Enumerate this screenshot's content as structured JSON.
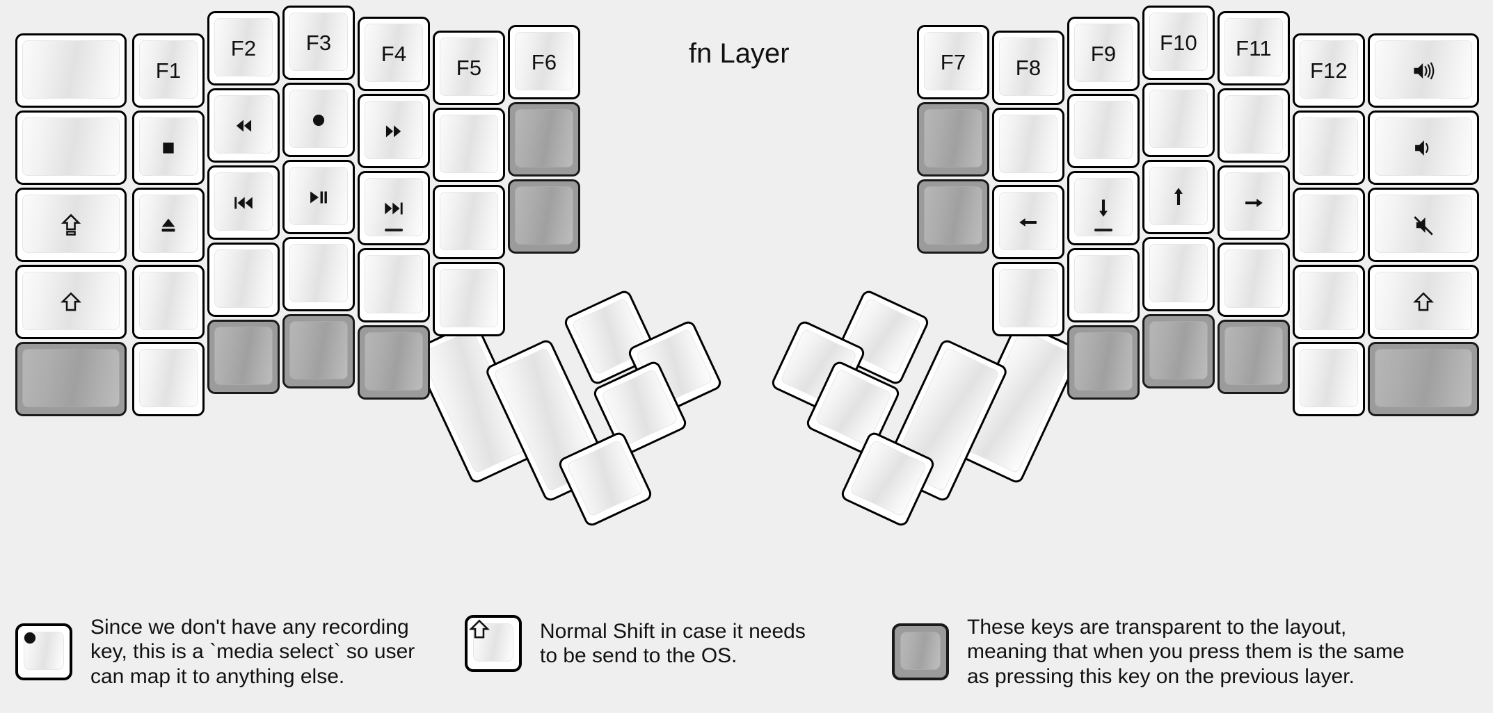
{
  "title": "fn Layer",
  "colors": {
    "background": "#efefef",
    "key_face": "#ffffff",
    "key_outline": "#000000",
    "transparent_key": "#9b9b9b",
    "legend_text": "#111111"
  },
  "left_half": {
    "columns": [
      {
        "name": "pinky-outer",
        "keys": [
          {
            "name": "key-blank-l-r1c1",
            "label": "",
            "icon": "",
            "transparent": false
          },
          {
            "name": "key-blank-l-r2c1",
            "label": "",
            "icon": "",
            "transparent": false
          },
          {
            "name": "key-capslock-l",
            "label": "",
            "icon": "caps-lock-icon",
            "transparent": false
          },
          {
            "name": "key-shift-l",
            "label": "",
            "icon": "shift-icon",
            "transparent": false
          },
          {
            "name": "key-trans-l-r5c1",
            "label": "",
            "icon": "",
            "transparent": true
          }
        ]
      },
      {
        "name": "pinky",
        "keys": [
          {
            "name": "key-f1",
            "label": "F1",
            "icon": "",
            "transparent": false
          },
          {
            "name": "key-media-stop",
            "label": "",
            "icon": "media-stop-icon",
            "transparent": false
          },
          {
            "name": "key-media-eject",
            "label": "",
            "icon": "media-eject-icon",
            "transparent": false
          },
          {
            "name": "key-blank-l-r4c2",
            "label": "",
            "icon": "",
            "transparent": false
          },
          {
            "name": "key-blank-l-r5c2",
            "label": "",
            "icon": "",
            "transparent": false
          }
        ]
      },
      {
        "name": "ring",
        "keys": [
          {
            "name": "key-f2",
            "label": "F2",
            "icon": "",
            "transparent": false
          },
          {
            "name": "key-media-rewind",
            "label": "",
            "icon": "media-rewind-icon",
            "transparent": false
          },
          {
            "name": "key-media-previous",
            "label": "",
            "icon": "media-previous-icon",
            "transparent": false
          },
          {
            "name": "key-blank-l-r4c3",
            "label": "",
            "icon": "",
            "transparent": false
          },
          {
            "name": "key-trans-l-r5c3",
            "label": "",
            "icon": "",
            "transparent": true
          }
        ]
      },
      {
        "name": "middle",
        "keys": [
          {
            "name": "key-f3",
            "label": "F3",
            "icon": "",
            "transparent": false
          },
          {
            "name": "key-media-record",
            "label": "",
            "icon": "media-record-icon",
            "transparent": false
          },
          {
            "name": "key-media-playpause",
            "label": "",
            "icon": "media-play-pause-icon",
            "transparent": false
          },
          {
            "name": "key-blank-l-r4c4",
            "label": "",
            "icon": "",
            "transparent": false
          },
          {
            "name": "key-trans-l-r5c4",
            "label": "",
            "icon": "",
            "transparent": true
          }
        ]
      },
      {
        "name": "index",
        "keys": [
          {
            "name": "key-f4",
            "label": "F4",
            "icon": "",
            "transparent": false
          },
          {
            "name": "key-media-fastforward",
            "label": "",
            "icon": "media-fast-forward-icon",
            "transparent": false
          },
          {
            "name": "key-media-next",
            "label": "",
            "icon": "media-next-icon",
            "transparent": false,
            "homing_bar": true
          },
          {
            "name": "key-blank-l-r4c5",
            "label": "",
            "icon": "",
            "transparent": false
          },
          {
            "name": "key-trans-l-r5c5",
            "label": "",
            "icon": "",
            "transparent": true
          }
        ]
      },
      {
        "name": "index-inner",
        "keys": [
          {
            "name": "key-f5",
            "label": "F5",
            "icon": "",
            "transparent": false
          },
          {
            "name": "key-blank-l-r2c6",
            "label": "",
            "icon": "",
            "transparent": false
          },
          {
            "name": "key-blank-l-r3c6",
            "label": "",
            "icon": "",
            "transparent": false
          },
          {
            "name": "key-blank-l-r4c6",
            "label": "",
            "icon": "",
            "transparent": false
          }
        ]
      },
      {
        "name": "inner-extra",
        "keys": [
          {
            "name": "key-f6",
            "label": "F6",
            "icon": "",
            "transparent": false
          },
          {
            "name": "key-trans-l-inner-a",
            "label": "",
            "icon": "",
            "transparent": true
          },
          {
            "name": "key-trans-l-inner-b",
            "label": "",
            "icon": "",
            "transparent": true
          }
        ]
      }
    ],
    "thumb_cluster": [
      {
        "name": "thumb-l-1",
        "label": "",
        "icon": "",
        "transparent": false
      },
      {
        "name": "thumb-l-2",
        "label": "",
        "icon": "",
        "transparent": false
      },
      {
        "name": "thumb-l-3",
        "label": "",
        "icon": "",
        "transparent": false
      },
      {
        "name": "thumb-l-4",
        "label": "",
        "icon": "",
        "transparent": false
      },
      {
        "name": "thumb-l-5",
        "label": "",
        "icon": "",
        "transparent": false
      },
      {
        "name": "thumb-l-6",
        "label": "",
        "icon": "",
        "transparent": false
      }
    ]
  },
  "right_half": {
    "columns": [
      {
        "name": "inner-extra",
        "keys": [
          {
            "name": "key-f7",
            "label": "F7",
            "icon": "",
            "transparent": false
          },
          {
            "name": "key-trans-r-inner-a",
            "label": "",
            "icon": "",
            "transparent": true
          },
          {
            "name": "key-trans-r-inner-b",
            "label": "",
            "icon": "",
            "transparent": true
          }
        ]
      },
      {
        "name": "index-inner",
        "keys": [
          {
            "name": "key-f8",
            "label": "F8",
            "icon": "",
            "transparent": false
          },
          {
            "name": "key-blank-r-r2c2",
            "label": "",
            "icon": "",
            "transparent": false
          },
          {
            "name": "key-arrow-left",
            "label": "",
            "icon": "arrow-left-icon",
            "transparent": false
          },
          {
            "name": "key-blank-r-r4c2",
            "label": "",
            "icon": "",
            "transparent": false
          }
        ]
      },
      {
        "name": "index",
        "keys": [
          {
            "name": "key-f9",
            "label": "F9",
            "icon": "",
            "transparent": false
          },
          {
            "name": "key-blank-r-r2c3",
            "label": "",
            "icon": "",
            "transparent": false
          },
          {
            "name": "key-arrow-down",
            "label": "",
            "icon": "arrow-down-icon",
            "transparent": false,
            "homing_bar": true
          },
          {
            "name": "key-blank-r-r4c3",
            "label": "",
            "icon": "",
            "transparent": false
          },
          {
            "name": "key-trans-r-r5c3",
            "label": "",
            "icon": "",
            "transparent": true
          }
        ]
      },
      {
        "name": "middle",
        "keys": [
          {
            "name": "key-f10",
            "label": "F10",
            "icon": "",
            "transparent": false
          },
          {
            "name": "key-blank-r-r2c4",
            "label": "",
            "icon": "",
            "transparent": false
          },
          {
            "name": "key-arrow-up",
            "label": "",
            "icon": "arrow-up-icon",
            "transparent": false
          },
          {
            "name": "key-blank-r-r4c4",
            "label": "",
            "icon": "",
            "transparent": false
          },
          {
            "name": "key-trans-r-r5c4",
            "label": "",
            "icon": "",
            "transparent": true
          }
        ]
      },
      {
        "name": "ring",
        "keys": [
          {
            "name": "key-f11",
            "label": "F11",
            "icon": "",
            "transparent": false
          },
          {
            "name": "key-blank-r-r2c5",
            "label": "",
            "icon": "",
            "transparent": false
          },
          {
            "name": "key-arrow-right",
            "label": "",
            "icon": "arrow-right-icon",
            "transparent": false
          },
          {
            "name": "key-blank-r-r4c5",
            "label": "",
            "icon": "",
            "transparent": false
          },
          {
            "name": "key-trans-r-r5c5",
            "label": "",
            "icon": "",
            "transparent": true
          }
        ]
      },
      {
        "name": "pinky",
        "keys": [
          {
            "name": "key-f12",
            "label": "F12",
            "icon": "",
            "transparent": false
          },
          {
            "name": "key-blank-r-r2c6",
            "label": "",
            "icon": "",
            "transparent": false
          },
          {
            "name": "key-blank-r-r3c6",
            "label": "",
            "icon": "",
            "transparent": false
          },
          {
            "name": "key-blank-r-r4c6",
            "label": "",
            "icon": "",
            "transparent": false
          },
          {
            "name": "key-blank-r-r5c6",
            "label": "",
            "icon": "",
            "transparent": false
          }
        ]
      },
      {
        "name": "pinky-outer",
        "keys": [
          {
            "name": "key-volume-up",
            "label": "",
            "icon": "volume-up-icon",
            "transparent": false
          },
          {
            "name": "key-volume-down",
            "label": "",
            "icon": "volume-down-icon",
            "transparent": false
          },
          {
            "name": "key-volume-mute",
            "label": "",
            "icon": "volume-mute-icon",
            "transparent": false
          },
          {
            "name": "key-shift-r",
            "label": "",
            "icon": "shift-icon",
            "transparent": false
          },
          {
            "name": "key-trans-r-r5c7",
            "label": "",
            "icon": "",
            "transparent": true
          }
        ]
      }
    ],
    "thumb_cluster": [
      {
        "name": "thumb-r-1",
        "label": "",
        "icon": "",
        "transparent": false
      },
      {
        "name": "thumb-r-2",
        "label": "",
        "icon": "",
        "transparent": false
      },
      {
        "name": "thumb-r-3",
        "label": "",
        "icon": "",
        "transparent": false
      },
      {
        "name": "thumb-r-4",
        "label": "",
        "icon": "",
        "transparent": false
      },
      {
        "name": "thumb-r-5",
        "label": "",
        "icon": "",
        "transparent": false
      },
      {
        "name": "thumb-r-6",
        "label": "",
        "icon": "",
        "transparent": false
      }
    ]
  },
  "legend": [
    {
      "name": "legend-media-record",
      "icon": "media-record-icon",
      "transparent": false,
      "text": "Since we don't have any recording\nkey, this is a `media select` so user\ncan map it to anything else."
    },
    {
      "name": "legend-shift",
      "icon": "shift-icon",
      "transparent": false,
      "text": "Normal Shift in case it needs\nto be send to the OS."
    },
    {
      "name": "legend-transparent",
      "icon": "",
      "transparent": true,
      "text": "These keys are transparent to the layout,\nmeaning that when you press them is the same\nas pressing this key on the previous layer."
    }
  ]
}
